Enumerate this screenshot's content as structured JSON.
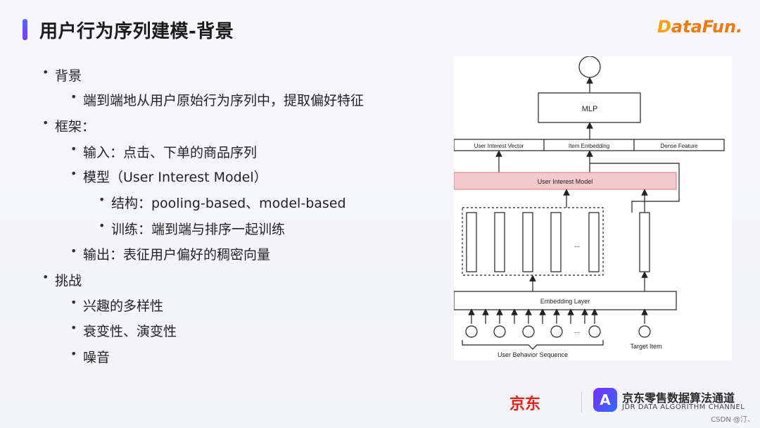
{
  "title": "用户行为序列建模-背景",
  "logo": {
    "d": "D",
    "rest": "ataFun."
  },
  "bullets": [
    {
      "text": "背景"
    },
    {
      "text": "端到端地从用户原始行为序列中，提取偏好特征"
    },
    {
      "text": "框架："
    },
    {
      "text": "输入：点击、下单的商品序列"
    },
    {
      "text": "模型（User Interest Model）"
    },
    {
      "text": "结构：pooling-based、model-based"
    },
    {
      "text": "训练：端到端与排序一起训练"
    },
    {
      "text": "输出：表征用户偏好的稠密向量"
    },
    {
      "text": "挑战"
    },
    {
      "text": "兴趣的多样性"
    },
    {
      "text": "衰变性、演变性"
    },
    {
      "text": "噪音"
    }
  ],
  "diagram": {
    "mlp": "MLP",
    "user_interest_vector": "User Interest Vector",
    "item_embedding": "Item Embedding",
    "dense_feature": "Dense Feature",
    "user_interest_model": "User Interest Model",
    "ellipsis": "...",
    "embedding_layer": "Embedding Layer",
    "user_behavior_sequence": "User Behavior Sequence",
    "target_item": "Target Item"
  },
  "footer": {
    "jd": "京东",
    "icon": "A",
    "title": "京东零售数据算法通道",
    "subtitle": "JDR DATA ALGORITHM CHANNEL"
  },
  "watermark": "CSDN @汀、"
}
